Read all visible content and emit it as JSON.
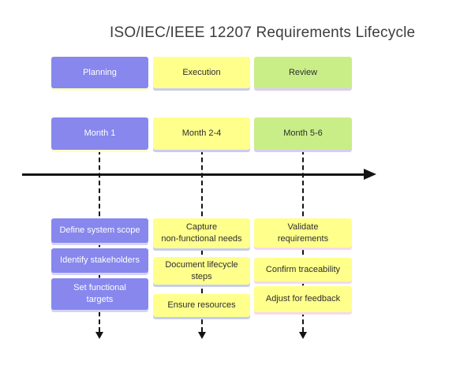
{
  "title": "ISO/IEC/IEEE 12207 Requirements Lifecycle",
  "colors": {
    "background": "#ffffff",
    "purple_fill": "#8787ee",
    "yellow_fill": "#ffff8c",
    "green_fill": "#caee87",
    "dark_text": "#2e2e2e",
    "white_text": "#ffffff",
    "timeline": "#141414",
    "title_text": "#3d3d3d"
  },
  "phases": [
    {
      "label": "Planning",
      "fill": "#8787ee",
      "text_color": "#ffffff",
      "shadow": "#ffffc6"
    },
    {
      "label": "Execution",
      "fill": "#ffff8c",
      "text_color": "#2e2e2e",
      "shadow": "#c8ccf2"
    },
    {
      "label": "Review",
      "fill": "#caee87",
      "text_color": "#2e2e2e",
      "shadow": "#ddccf2"
    }
  ],
  "months": [
    {
      "label": "Month 1",
      "fill": "#8787ee",
      "text_color": "#ffffff",
      "shadow": "#ffffc6"
    },
    {
      "label": "Month 2-4",
      "fill": "#ffff8c",
      "text_color": "#2e2e2e",
      "shadow": "#c8ccf2"
    },
    {
      "label": "Month 5-6",
      "fill": "#caee87",
      "text_color": "#2e2e2e",
      "shadow": "#d6cdf4"
    }
  ],
  "columns": [
    {
      "phase": "Planning",
      "fill": "#8787ee",
      "text_color": "#ffffff",
      "shadow": "#d3d3f5",
      "tasks": [
        {
          "label": "Define system scope"
        },
        {
          "label": "Identify stakeholders"
        },
        {
          "label": "Set functional\ntargets"
        }
      ]
    },
    {
      "phase": "Execution",
      "fill": "#ffff8c",
      "text_color": "#2e2e2e",
      "shadow": "#c6cdf1",
      "tasks": [
        {
          "label": "Capture\nnon-functional needs"
        },
        {
          "label": "Document lifecycle\nsteps"
        },
        {
          "label": "Ensure resources"
        }
      ]
    },
    {
      "phase": "Review",
      "fill": "#ffff8c",
      "text_color": "#2e2e2e",
      "shadow": "#f6d9e9",
      "tasks": [
        {
          "label": "Validate\nrequirements"
        },
        {
          "label": "Confirm traceability"
        },
        {
          "label": "Adjust for feedback"
        }
      ]
    }
  ],
  "timeline": {
    "direction": "right",
    "color": "#141414"
  }
}
